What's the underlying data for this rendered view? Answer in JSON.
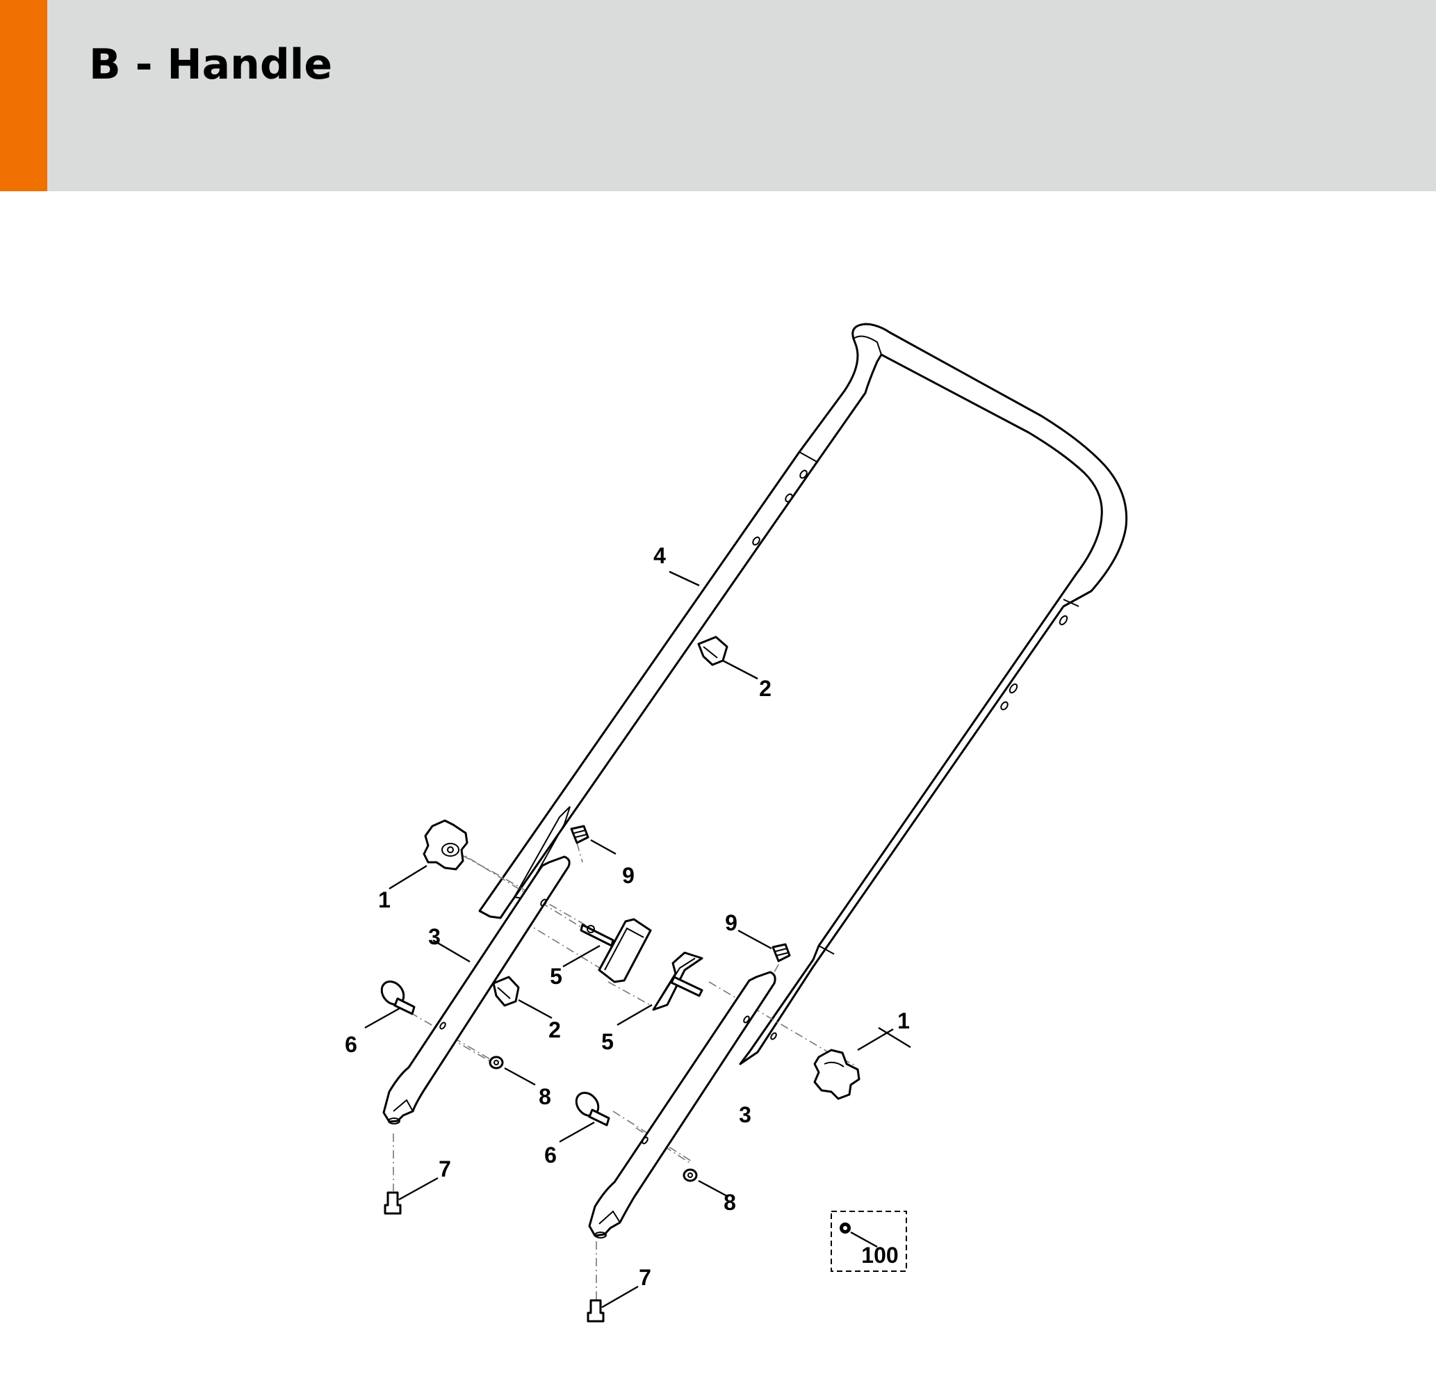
{
  "header": {
    "title": "B - Handle",
    "accent_color": "#f07000",
    "background_color": "#dadbdb"
  },
  "diagram": {
    "callouts": [
      {
        "id": "c-1a",
        "label": "1"
      },
      {
        "id": "c-1b",
        "label": "1"
      },
      {
        "id": "c-2a",
        "label": "2"
      },
      {
        "id": "c-2b",
        "label": "2"
      },
      {
        "id": "c-3a",
        "label": "3"
      },
      {
        "id": "c-3b",
        "label": "3"
      },
      {
        "id": "c-4",
        "label": "4"
      },
      {
        "id": "c-5a",
        "label": "5"
      },
      {
        "id": "c-5b",
        "label": "5"
      },
      {
        "id": "c-6a",
        "label": "6"
      },
      {
        "id": "c-6b",
        "label": "6"
      },
      {
        "id": "c-7a",
        "label": "7"
      },
      {
        "id": "c-7b",
        "label": "7"
      },
      {
        "id": "c-8a",
        "label": "8"
      },
      {
        "id": "c-8b",
        "label": "8"
      },
      {
        "id": "c-9a",
        "label": "9"
      },
      {
        "id": "c-9b",
        "label": "9"
      },
      {
        "id": "c-100",
        "label": "100"
      }
    ]
  }
}
